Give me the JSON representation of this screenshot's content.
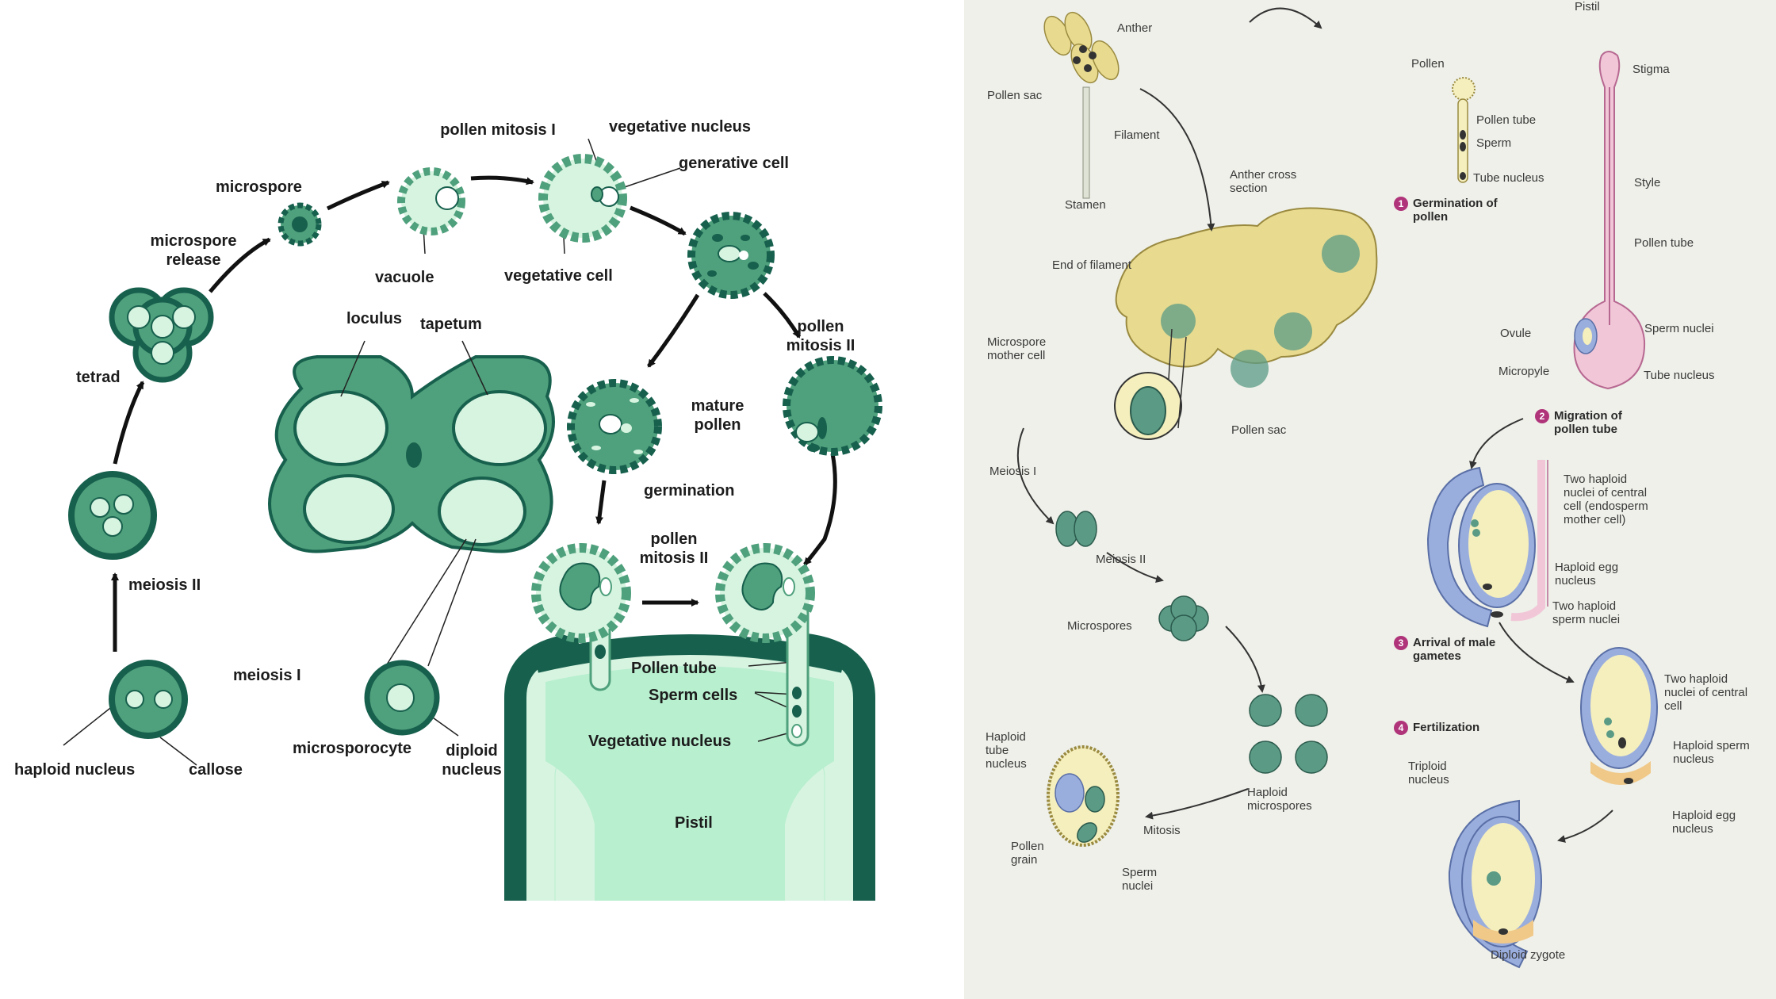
{
  "left": {
    "labels": {
      "pollen_mitosis_1": "pollen mitosis I",
      "vegetative_nucleus_top": "vegetative nucleus",
      "generative_cell": "generative cell",
      "microspore": "microspore",
      "microspore_release": "microspore release",
      "vacuole": "vacuole",
      "vegetative_cell": "vegetative cell",
      "tetrad": "tetrad",
      "loculus": "loculus",
      "tapetum": "tapetum",
      "pollen_mitosis_2_right": "pollen mitosis II",
      "mature_pollen": "mature pollen",
      "meiosis_2": "meiosis II",
      "germination": "germination",
      "pollen_mitosis_2_mid": "pollen mitosis II",
      "meiosis_1": "meiosis I",
      "pollen_tube": "Pollen tube",
      "sperm_cells": "Sperm cells",
      "vegetative_nucleus": "Vegetative nucleus",
      "microsporocyte": "microsporocyte",
      "diploid_nucleus": "diploid nucleus",
      "haploid_nucleus": "haploid nucleus",
      "callose": "callose",
      "pistil": "Pistil"
    },
    "colors": {
      "dark": "#17604d",
      "mid": "#4fa07c",
      "light": "#d7f4e1",
      "pale": "#b8efcf"
    }
  },
  "right": {
    "labels": {
      "anther": "Anther",
      "pollen_sac_top": "Pollen sac",
      "filament": "Filament",
      "stamen": "Stamen",
      "anther_cross_section": "Anther cross section",
      "end_of_filament": "End of filament",
      "microspore_mother_cell": "Microspore mother cell",
      "pollen_sac": "Pollen sac",
      "meiosis_1": "Meiosis I",
      "meiosis_2": "Meiosis II",
      "microspores": "Microspores",
      "haploid_microspores": "Haploid microspores",
      "haploid_tube_nucleus": "Haploid tube nucleus",
      "mitosis": "Mitosis",
      "pollen_grain": "Pollen grain",
      "sperm_nuclei": "Sperm nuclei",
      "pistil": "Pistil",
      "pollen": "Pollen",
      "stigma": "Stigma",
      "pollen_tube_small": "Pollen tube",
      "sperm": "Sperm",
      "tube_nucleus_small": "Tube nucleus",
      "style": "Style",
      "pollen_tube": "Pollen tube",
      "ovule": "Ovule",
      "sperm_nuclei_ovule": "Sperm nuclei",
      "micropyle": "Micropyle",
      "tube_nucleus": "Tube nucleus",
      "two_haploid_nuclei_central_endosperm": "Two haploid nuclei of central cell (endosperm mother cell)",
      "haploid_egg_nucleus_1": "Haploid egg nucleus",
      "two_haploid_sperm_nuclei": "Two haploid sperm nuclei",
      "two_haploid_nuclei_central": "Two haploid nuclei of central cell",
      "haploid_sperm_nucleus": "Haploid sperm nucleus",
      "haploid_egg_nucleus_2": "Haploid egg nucleus",
      "triploid_nucleus": "Triploid nucleus",
      "diploid_zygote": "Diploid zygote"
    },
    "steps": [
      {
        "num": "1",
        "text": "Germination of pollen"
      },
      {
        "num": "2",
        "text": "Migration of pollen tube"
      },
      {
        "num": "3",
        "text": "Arrival of male gametes"
      },
      {
        "num": "4",
        "text": "Fertilization"
      }
    ],
    "colors": {
      "background": "#eef0e9",
      "anther_yellow": "#e8db8f",
      "cell_green": "#5b9b86",
      "pistil_pink": "#f1c7d8",
      "ovule_blue": "#9aaede",
      "ovule_cream": "#f5efbd",
      "badge": "#b0347a"
    }
  }
}
